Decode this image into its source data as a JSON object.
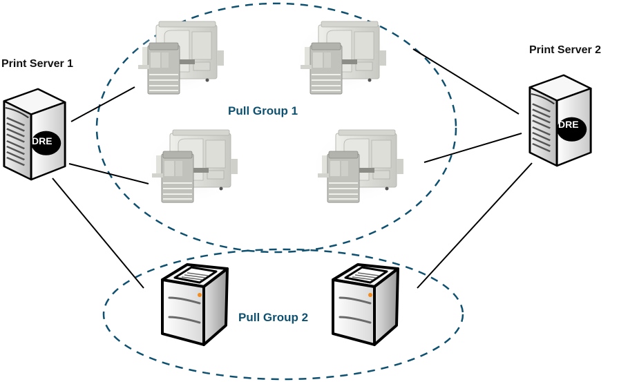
{
  "diagram": {
    "type": "network-topology",
    "colors": {
      "group_outline": "#0d5070",
      "group_label": "#0d5070",
      "connection": "#000000",
      "dre_badge": "#000000",
      "status_led": "#f28c1e"
    },
    "servers": [
      {
        "id": "ps1",
        "label": "Print Server 1",
        "badge": "DRE"
      },
      {
        "id": "ps2",
        "label": "Print Server 2",
        "badge": "DRE"
      }
    ],
    "groups": [
      {
        "id": "pg1",
        "label": "Pull Group 1",
        "device_type": "production-copier",
        "devices": [
          "copier-1",
          "copier-2",
          "copier-3",
          "copier-4"
        ]
      },
      {
        "id": "pg2",
        "label": "Pull Group 2",
        "device_type": "desktop-printer",
        "devices": [
          "printer-1",
          "printer-2"
        ]
      }
    ],
    "connections": [
      {
        "from": "ps1",
        "to": "copier-1"
      },
      {
        "from": "ps1",
        "to": "copier-3"
      },
      {
        "from": "ps1",
        "to": "printer-1"
      },
      {
        "from": "ps2",
        "to": "copier-2"
      },
      {
        "from": "ps2",
        "to": "copier-4"
      },
      {
        "from": "ps2",
        "to": "printer-2"
      }
    ]
  }
}
